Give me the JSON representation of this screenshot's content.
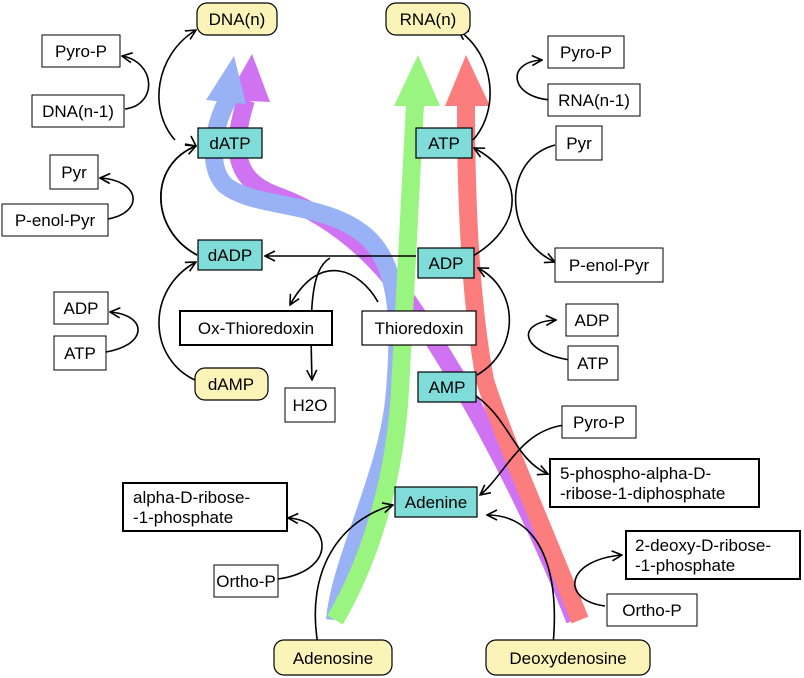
{
  "nodes": {
    "dna_n": "DNA(n)",
    "rna_n": "RNA(n)",
    "pyro_p_left": "Pyro-P",
    "dna_n1": "DNA(n-1)",
    "datp": "dATP",
    "pyr_left": "Pyr",
    "penolpyr_left": "P-enol-Pyr",
    "dadp": "dADP",
    "adp_left": "ADP",
    "atp_left": "ATP",
    "damp": "dAMP",
    "ox_thioredoxin": "Ox-Thioredoxin",
    "thioredoxin": "Thioredoxin",
    "h2o": "H2O",
    "atp": "ATP",
    "adp": "ADP",
    "amp": "AMP",
    "pyro_p_right": "Pyro-P",
    "rna_n1": "RNA(n-1)",
    "pyr_right": "Pyr",
    "penolpyr_right": "P-enol-Pyr",
    "adp_right": "ADP",
    "atp_right": "ATP",
    "pyro_p_mid": "Pyro-P",
    "prpp_line1": "5-phospho-alpha-D-",
    "prpp_line2": "-ribose-1-diphosphate",
    "adenine": "Adenine",
    "ribose1p_line1": "alpha-D-ribose-",
    "ribose1p_line2": "-1-phosphate",
    "ortho_p_left": "Ortho-P",
    "deoxyribose1p_line1": "2-deoxy-D-ribose-",
    "deoxyribose1p_line2": "-1-phosphate",
    "ortho_p_right": "Ortho-P",
    "adenosine": "Adenosine",
    "deoxyadenosine": "Deoxydenosine"
  },
  "colors": {
    "enzyme_node_fill": "#7fdcd8",
    "terminal_node_fill": "#fbf4b8",
    "flux_blue": "#98b2f5",
    "flux_purple": "#cf73f2",
    "flux_green": "#99f57f",
    "flux_red": "#fb7d7d"
  }
}
